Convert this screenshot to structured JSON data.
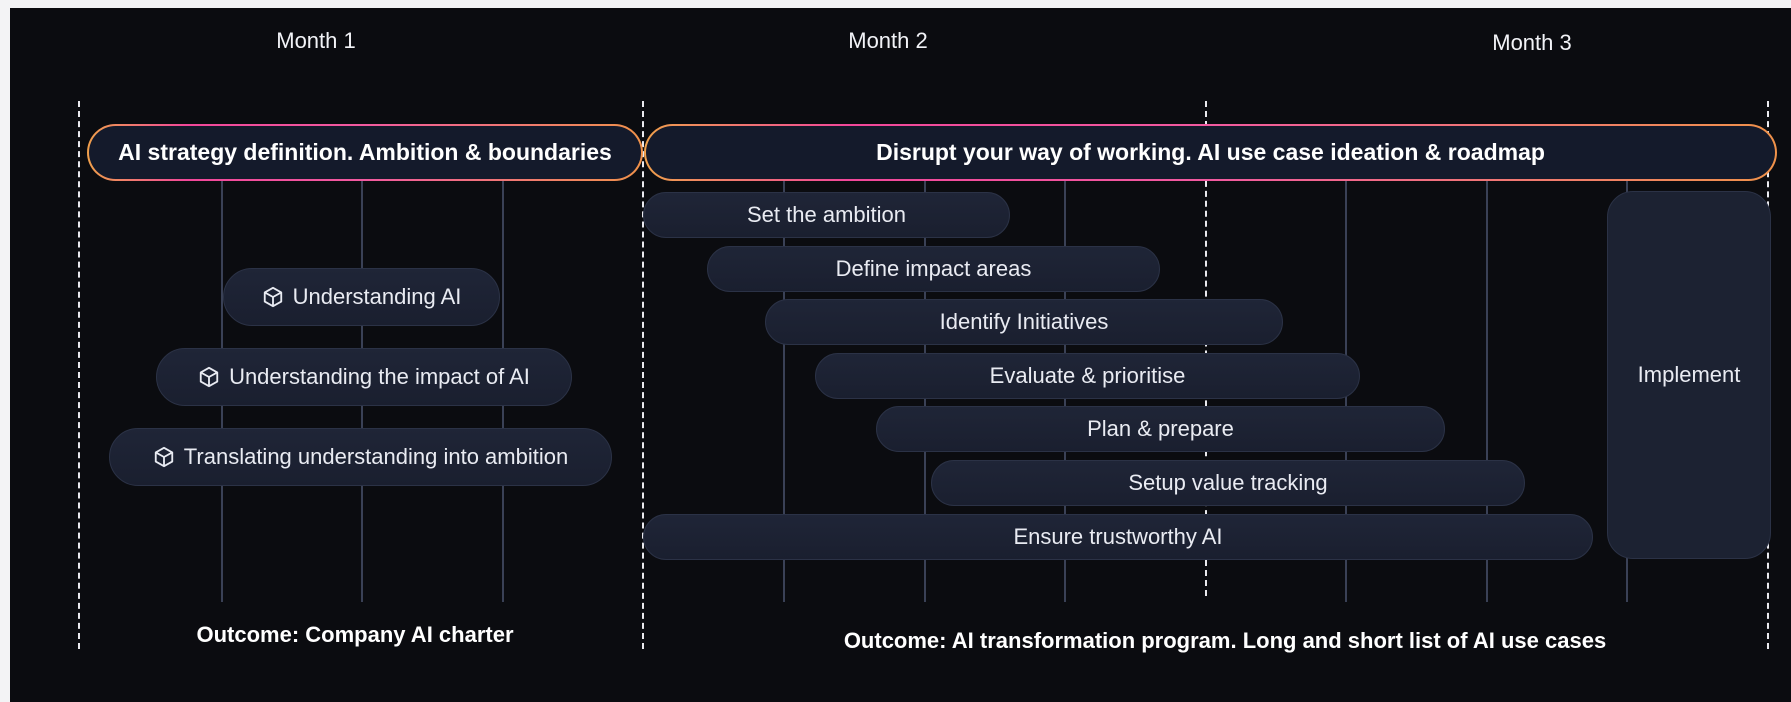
{
  "months": [
    "Month 1",
    "Month 2",
    "Month 3"
  ],
  "phases": {
    "strategy": "AI strategy definition. Ambition & boundaries",
    "disrupt": "Disrupt your way of working. AI use case ideation & roadmap"
  },
  "month1_activities": [
    {
      "label": "Understanding AI",
      "icon": "cube-icon"
    },
    {
      "label": "Understanding the impact of AI",
      "icon": "cube-icon"
    },
    {
      "label": "Translating understanding into ambition",
      "icon": "cube-icon"
    }
  ],
  "month2_steps": [
    "Set the ambition",
    "Define impact areas",
    "Identify Initiatives",
    "Evaluate & prioritise",
    "Plan & prepare",
    "Setup value tracking",
    "Ensure trustworthy AI"
  ],
  "implement_label": "Implement",
  "outcomes": {
    "left": "Outcome: Company AI charter",
    "right": "Outcome: AI transformation program. Long and short list of AI use cases"
  },
  "colors": {
    "background": "#0b0c10",
    "pill": "#1c2232",
    "phase_border_start": "#f0a04b",
    "phase_border_mid": "#f2479a",
    "divider": "#e9e9ee",
    "grid": "#3a4156"
  }
}
